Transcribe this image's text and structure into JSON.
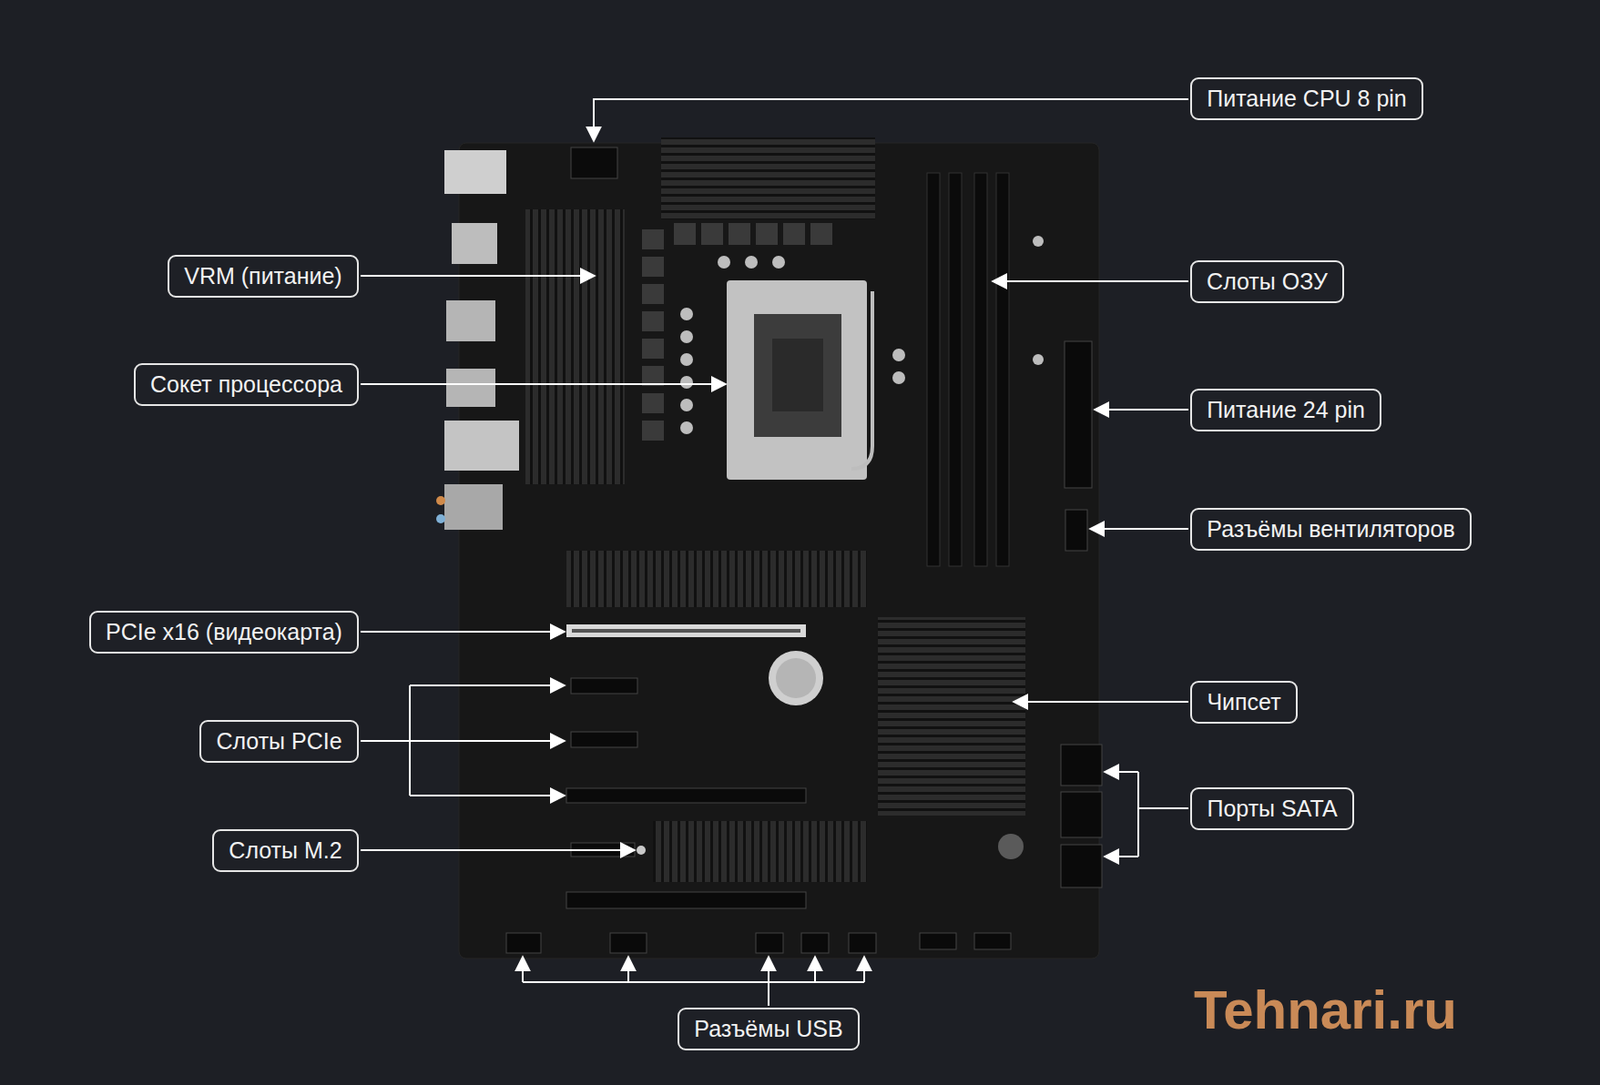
{
  "diagram": {
    "nodes": [
      {
        "text": [
          "Питание CPU 8 pin"
        ]
      },
      {
        "text": [
          "VRM (питание)"
        ]
      },
      {
        "text": [
          "Слоты ОЗУ"
        ]
      },
      {
        "text": [
          "Сокет процессора"
        ]
      },
      {
        "text": [
          "Питание 24 pin"
        ]
      },
      {
        "text": [
          "Разъёмы вентиляторов"
        ]
      },
      {
        "text": [
          "PCIe x16 (видеокарта)"
        ]
      },
      {
        "text": [
          "Чипсет"
        ]
      },
      {
        "text": [
          "Слоты PCIe"
        ]
      },
      {
        "text": [
          "Порты SATA"
        ]
      },
      {
        "text": [
          "Слоты M.2"
        ]
      },
      {
        "text": [
          "Разъёмы USB"
        ]
      }
    ],
    "labels": [
      "Tehnari.ru"
    ]
  }
}
